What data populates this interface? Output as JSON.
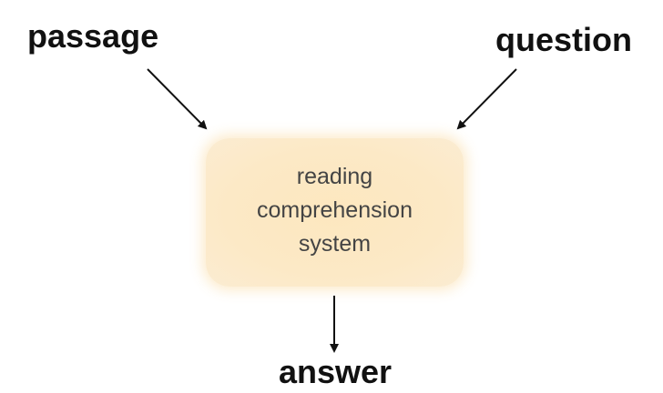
{
  "nodes": {
    "passage": "passage",
    "question": "question",
    "answer": "answer",
    "system": {
      "line1": "reading",
      "line2": "comprehension",
      "line3": "system"
    }
  },
  "colors": {
    "box_fill": "#fce9c6",
    "text": "#111111",
    "box_text": "#444444"
  }
}
